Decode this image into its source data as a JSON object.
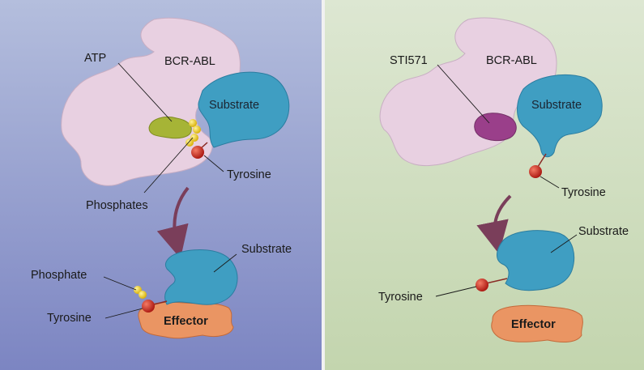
{
  "left_panel": {
    "labels": {
      "atp": "ATP",
      "kinase": "BCR-ABL",
      "substrate_top": "Substrate",
      "tyrosine_top": "Tyrosine",
      "phosphates": "Phosphates",
      "substrate_bottom": "Substrate",
      "phosphate": "Phosphate",
      "tyrosine_bottom": "Tyrosine",
      "effector": "Effector"
    }
  },
  "right_panel": {
    "labels": {
      "inhibitor": "STI571",
      "kinase": "BCR-ABL",
      "substrate_top": "Substrate",
      "tyrosine_top": "Tyrosine",
      "substrate_bottom": "Substrate",
      "tyrosine_bottom": "Tyrosine",
      "effector": "Effector"
    }
  },
  "colors": {
    "left_background_top": "#aeb8d9",
    "left_background_bottom": "#8088c4",
    "right_background_top": "#d9e5cf",
    "right_background_bottom": "#c4d6b0",
    "kinase": "#e7cfe0",
    "substrate": "#3f9ec2",
    "atp": "#a6b436",
    "inhibitor": "#9a3f8a",
    "phosphate": "#f0d020",
    "tyrosine": "#c8241c",
    "effector": "#ea9563",
    "arrow": "#7a3e5a"
  }
}
